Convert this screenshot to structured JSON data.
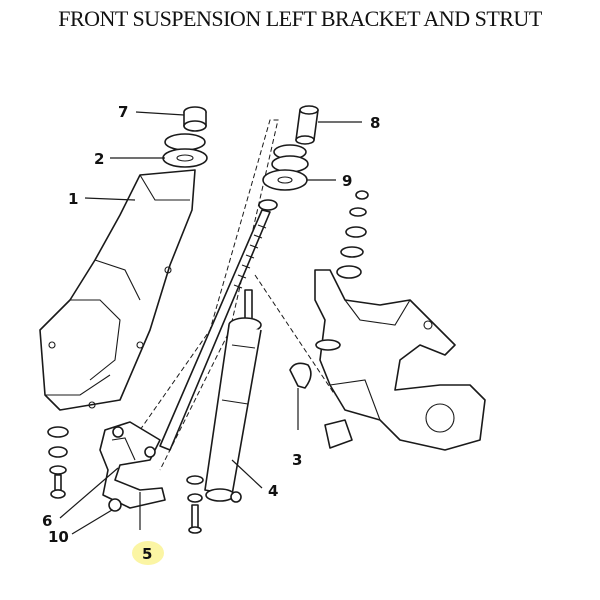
{
  "title": "FRONT SUSPENSION LEFT BRACKET AND STRUT",
  "colors": {
    "highlight": "#fbf5a4",
    "ink": "#1a1a1a"
  },
  "callouts": [
    {
      "id": "c7",
      "label": "7"
    },
    {
      "id": "c2",
      "label": "2"
    },
    {
      "id": "c1",
      "label": "1"
    },
    {
      "id": "c8",
      "label": "8"
    },
    {
      "id": "c9",
      "label": "9"
    },
    {
      "id": "c3",
      "label": "3"
    },
    {
      "id": "c4",
      "label": "4"
    },
    {
      "id": "c6",
      "label": "6"
    },
    {
      "id": "c10",
      "label": "10"
    },
    {
      "id": "c5",
      "label": "5",
      "highlighted": true
    }
  ]
}
